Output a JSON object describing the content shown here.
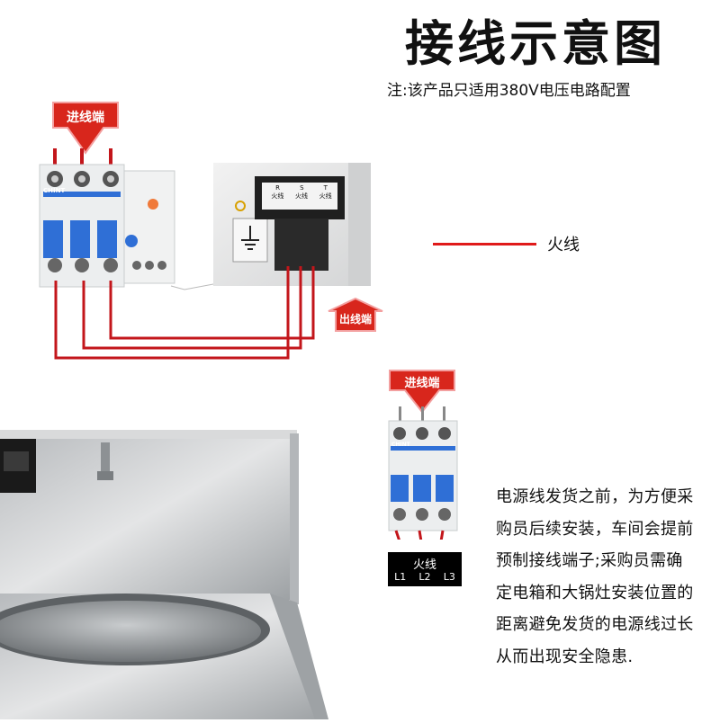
{
  "title": "接线示意图",
  "note": "注:该产品只适用380V电压电路配置",
  "inlet_label_top": "进线端",
  "outlet_label": "出线端",
  "inlet_label_small": "进线端",
  "legend": {
    "label": "火线",
    "color": "#e01a1a"
  },
  "box_labels": {
    "r": "R",
    "s": "S",
    "t": "T",
    "live": "火线"
  },
  "breaker_brand": "CHINT",
  "bottom_terminal": {
    "title": "火线",
    "l1": "L1",
    "l2": "L2",
    "l3": "L3"
  },
  "description_lines": [
    "电源线发货之前，为方便采",
    "购员后续安装，车间会提前",
    "预制接线端子;采购员需确",
    "定电箱和大锅灶安装位置的",
    "距离避免发货的电源线过长",
    "从而出现安全隐患."
  ],
  "colors": {
    "arrow_red": "#d8261c",
    "breaker_blue": "#2f6fd6",
    "wire_red": "#c3161b"
  }
}
